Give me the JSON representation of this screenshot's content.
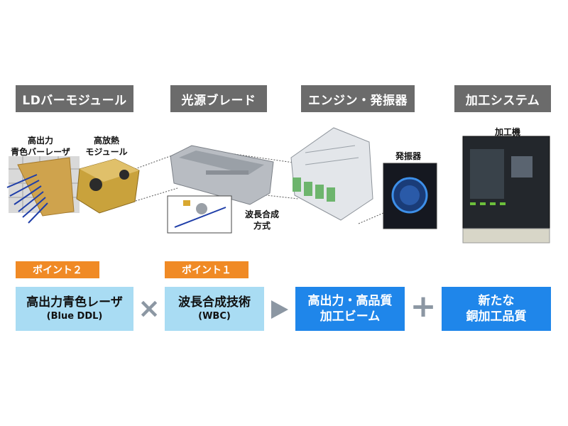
{
  "stages": [
    {
      "label": "LDバーモジュール"
    },
    {
      "label": "光源ブレード"
    },
    {
      "label": "エンジン・発振器"
    },
    {
      "label": "加工システム"
    }
  ],
  "captions": {
    "laser_bar_line1": "高出力",
    "laser_bar_line2": "青色バーレーザ",
    "module_line1": "高放熱",
    "module_line2": "モジュール",
    "wbc_line1": "波長合成",
    "wbc_line2": "方式",
    "oscillator": "発振器",
    "machine": "加工機"
  },
  "points": [
    {
      "label": "ポイント２"
    },
    {
      "label": "ポイント１"
    }
  ],
  "boxes": {
    "blue_laser_main": "高出力青色レーザ",
    "blue_laser_sub": "(Blue DDL)",
    "wbc_main": "波長合成技術",
    "wbc_sub": "(WBC)",
    "beam_line1": "高出力・高品質",
    "beam_line2": "加工ビーム",
    "quality_line1": "新たな",
    "quality_line2": "銅加工品質"
  },
  "operators": {
    "times": "×",
    "plus": "+"
  },
  "colors": {
    "header_gray": "#6b6b6b",
    "point_orange": "#f08a25",
    "light_box": "#a9dcf3",
    "dark_box": "#1f86ea",
    "operator_gray": "#8c97a3"
  }
}
